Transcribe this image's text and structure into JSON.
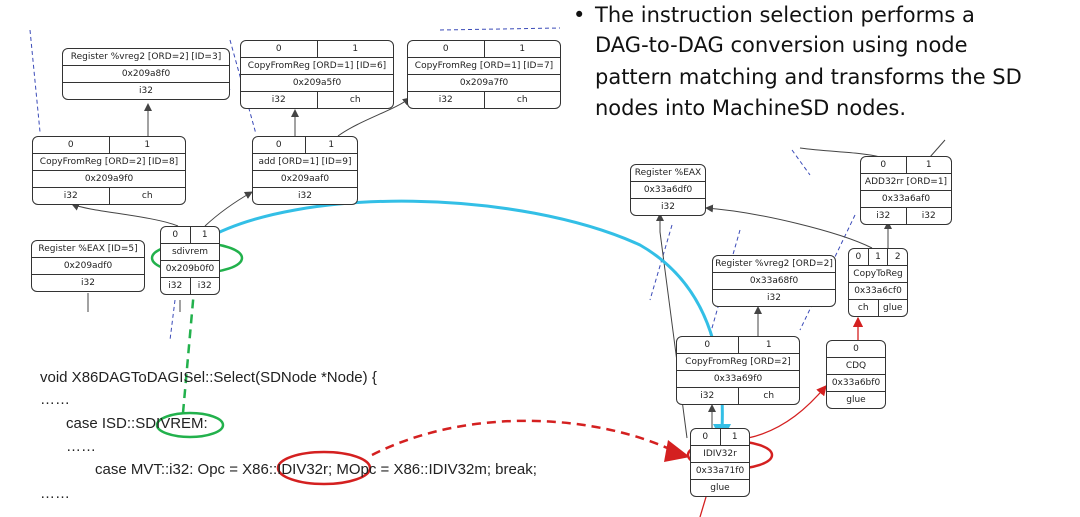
{
  "bullet": {
    "marker": "•",
    "lines": [
      "The instruction selection performs a",
      "DAG-to-DAG conversion using node",
      "pattern matching and transforms the SD",
      "nodes into MachineSD nodes."
    ]
  },
  "code": {
    "lines": [
      "void X86DAGToDAGISel::Select(SDNode *Node) {",
      "……",
      "case ISD::SDIVREM:",
      "……",
      "case MVT::i32: Opc = X86::IDIV32r; MOpc = X86::IDIV32m; break;",
      "……"
    ]
  },
  "left_dag": {
    "nodes": [
      {
        "id": "vreg2",
        "rows": [
          [
            "Register %vreg2 [ORD=2] [ID=3]"
          ],
          [
            "0x209a8f0"
          ],
          [
            "i32"
          ]
        ]
      },
      {
        "id": "copyfrom6",
        "rows": [
          [
            "0",
            "1"
          ],
          [
            "CopyFromReg [ORD=1] [ID=6]"
          ],
          [
            "0x209a5f0"
          ],
          [
            "i32",
            "ch"
          ]
        ]
      },
      {
        "id": "copyfrom7",
        "rows": [
          [
            "0",
            "1"
          ],
          [
            "CopyFromReg [ORD=1] [ID=7]"
          ],
          [
            "0x209a7f0"
          ],
          [
            "i32",
            "ch"
          ]
        ]
      },
      {
        "id": "copyfrom8",
        "rows": [
          [
            "0",
            "1"
          ],
          [
            "CopyFromReg [ORD=2] [ID=8]"
          ],
          [
            "0x209a9f0"
          ],
          [
            "i32",
            "ch"
          ]
        ]
      },
      {
        "id": "add9",
        "rows": [
          [
            "0",
            "1"
          ],
          [
            "add [ORD=1] [ID=9]"
          ],
          [
            "0x209aaf0"
          ],
          [
            "i32"
          ]
        ]
      },
      {
        "id": "eax5",
        "rows": [
          [
            "Register %EAX [ID=5]"
          ],
          [
            "0x209adf0"
          ],
          [
            "i32"
          ]
        ]
      },
      {
        "id": "sdivrem",
        "rows": [
          [
            "0",
            "1"
          ],
          [
            "sdivrem"
          ],
          [
            "0x209b0f0"
          ],
          [
            "i32",
            "i32"
          ]
        ]
      }
    ]
  },
  "right_dag": {
    "nodes": [
      {
        "id": "eax",
        "rows": [
          [
            "Register %EAX"
          ],
          [
            "0x33a6df0"
          ],
          [
            "i32"
          ]
        ]
      },
      {
        "id": "add32rr",
        "rows": [
          [
            "0",
            "1"
          ],
          [
            "ADD32rr [ORD=1]"
          ],
          [
            "0x33a6af0"
          ],
          [
            "i32",
            "i32"
          ]
        ]
      },
      {
        "id": "vreg2r",
        "rows": [
          [
            "Register %vreg2 [ORD=2]"
          ],
          [
            "0x33a68f0"
          ],
          [
            "i32"
          ]
        ]
      },
      {
        "id": "copytoreg",
        "rows": [
          [
            "0",
            "1",
            "2"
          ],
          [
            "CopyToReg"
          ],
          [
            "0x33a6cf0"
          ],
          [
            "ch",
            "glue"
          ]
        ]
      },
      {
        "id": "copyfromr",
        "rows": [
          [
            "0",
            "1"
          ],
          [
            "CopyFromReg [ORD=2]"
          ],
          [
            "0x33a69f0"
          ],
          [
            "i32",
            "ch"
          ]
        ]
      },
      {
        "id": "cdq",
        "rows": [
          [
            "0"
          ],
          [
            "CDQ"
          ],
          [
            "0x33a6bf0"
          ],
          [
            "glue"
          ]
        ]
      },
      {
        "id": "idiv",
        "rows": [
          [
            "0",
            "1"
          ],
          [
            "IDIV32r"
          ],
          [
            "0x33a71f0"
          ],
          [
            "glue"
          ]
        ]
      }
    ]
  },
  "colors": {
    "cyan_arrow": "#33bfe6",
    "green_highlight": "#22b14c",
    "red_highlight": "#d42020",
    "edge": "#444444",
    "dashed_edge": "#3b4bb8"
  }
}
